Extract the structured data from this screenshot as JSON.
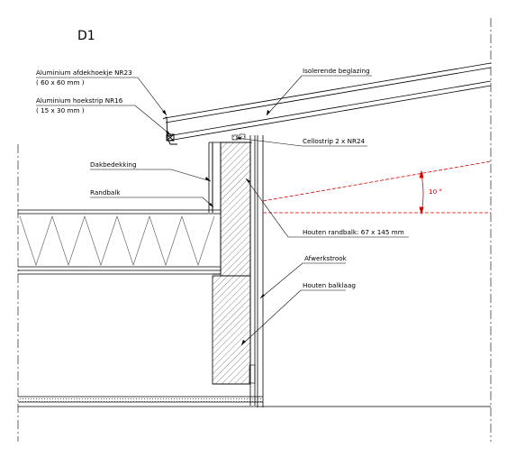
{
  "sheet": {
    "title": "D1"
  },
  "labels": {
    "afdekhoekje": "Aluminium afdekhoekje NR23",
    "afdekhoekje_size": "( 60 x 60 mm )",
    "hoekstrip": "Aluminium hoekstrip NR16",
    "hoekstrip_size": "( 15 x 30 mm )",
    "beglazing": "Isolerende beglazing",
    "cellostrip": "Cellostrip 2 x NR24",
    "dakbedekking": "Dakbedekking",
    "randbalk": "Randbalk",
    "houten_randbalk": "Houten randbalk: 67 x 145 mm",
    "afwerkstrook": "Afwerkstrook",
    "houten_balklaag": "Houten balklaag"
  },
  "angle": {
    "value": "10 °"
  },
  "colors": {
    "line": "#000000",
    "hatch": "#444444",
    "angle": "#d40000"
  }
}
